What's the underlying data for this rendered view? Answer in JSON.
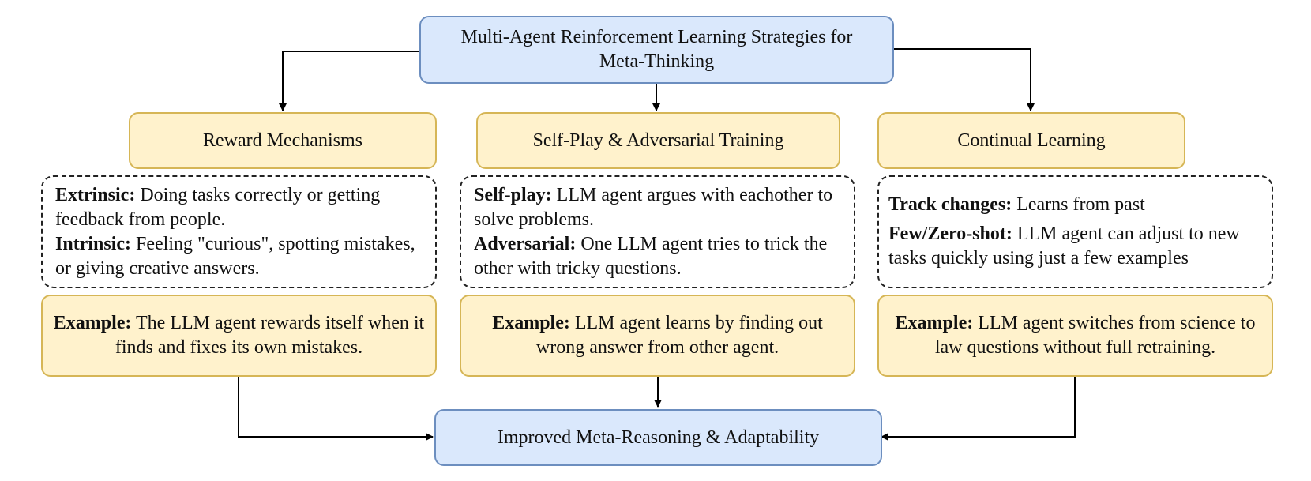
{
  "title": {
    "line1": "Multi-Agent Reinforcement Learning Strategies for",
    "line2": "Meta-Thinking"
  },
  "columns": [
    {
      "heading": "Reward Mechanisms",
      "details": [
        {
          "term": "Extrinsic:",
          "text": " Doing tasks correctly or getting feedback from people."
        },
        {
          "term": "Intrinsic:",
          "text": " Feeling \"curious\", spotting mistakes, or giving creative answers."
        }
      ],
      "example": {
        "term": "Example:",
        "text": " The LLM agent rewards itself when it finds and fixes its own mistakes."
      }
    },
    {
      "heading": "Self-Play & Adversarial Training",
      "details": [
        {
          "term": "Self-play:",
          "text": " LLM agent argues with eachother to solve problems."
        },
        {
          "term": "Adversarial:",
          "text": " One LLM agent tries to trick the other with tricky questions."
        }
      ],
      "example": {
        "term": "Example:",
        "text": " LLM agent learns by finding out wrong answer from other agent."
      }
    },
    {
      "heading": "Continual Learning",
      "details": [
        {
          "term": "Track changes:",
          "text": " Learns from past"
        },
        {
          "term": "Few/Zero-shot:",
          "text": " LLM agent can adjust to new tasks quickly using just a few examples"
        }
      ],
      "example": {
        "term": "Example:",
        "text": " LLM agent switches from science to law questions without full retraining."
      }
    }
  ],
  "outcome": "Improved Meta-Reasoning & Adaptability",
  "colors": {
    "blue_fill": "#dae8fc",
    "blue_stroke": "#6c8ebf",
    "yellow_fill": "#fff2cc",
    "yellow_stroke": "#d6b656",
    "arrow": "#000000"
  }
}
